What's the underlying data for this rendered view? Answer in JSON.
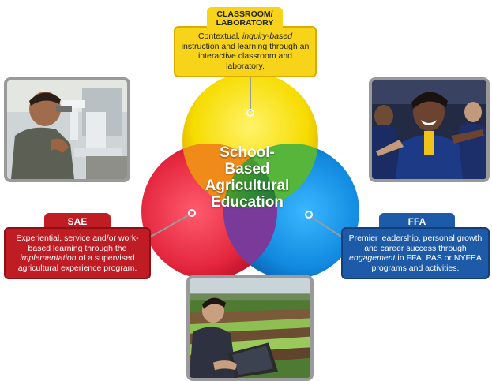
{
  "center": {
    "line1": "School-",
    "line2": "Based",
    "line3": "Agricultural",
    "line4": "Education"
  },
  "classroom": {
    "title_line1": "CLASSROOM/",
    "title_line2": "LABORATORY",
    "text_pre": "Contextual, ",
    "text_em": "inquiry-based",
    "text_post": " instruction and learning through an interactive classroom and laboratory.",
    "color": "#f7d31a"
  },
  "sae": {
    "title": "SAE",
    "text_pre": "Experiential, service and/or work-based learning through the ",
    "text_em": "implementation",
    "text_post": " of a supervised agricultural experience program.",
    "color": "#c01c24"
  },
  "ffa": {
    "title": "FFA",
    "text_pre": "Premier leadership, personal growth and career success through ",
    "text_em": "engagement",
    "text_post": " in FFA, PAS or NYFEA programs and activities.",
    "color": "#1d5aa8"
  },
  "photos": {
    "top_left": "student-microscope-photo",
    "top_right": "ffa-members-photo",
    "bottom": "student-laptop-field-photo"
  }
}
